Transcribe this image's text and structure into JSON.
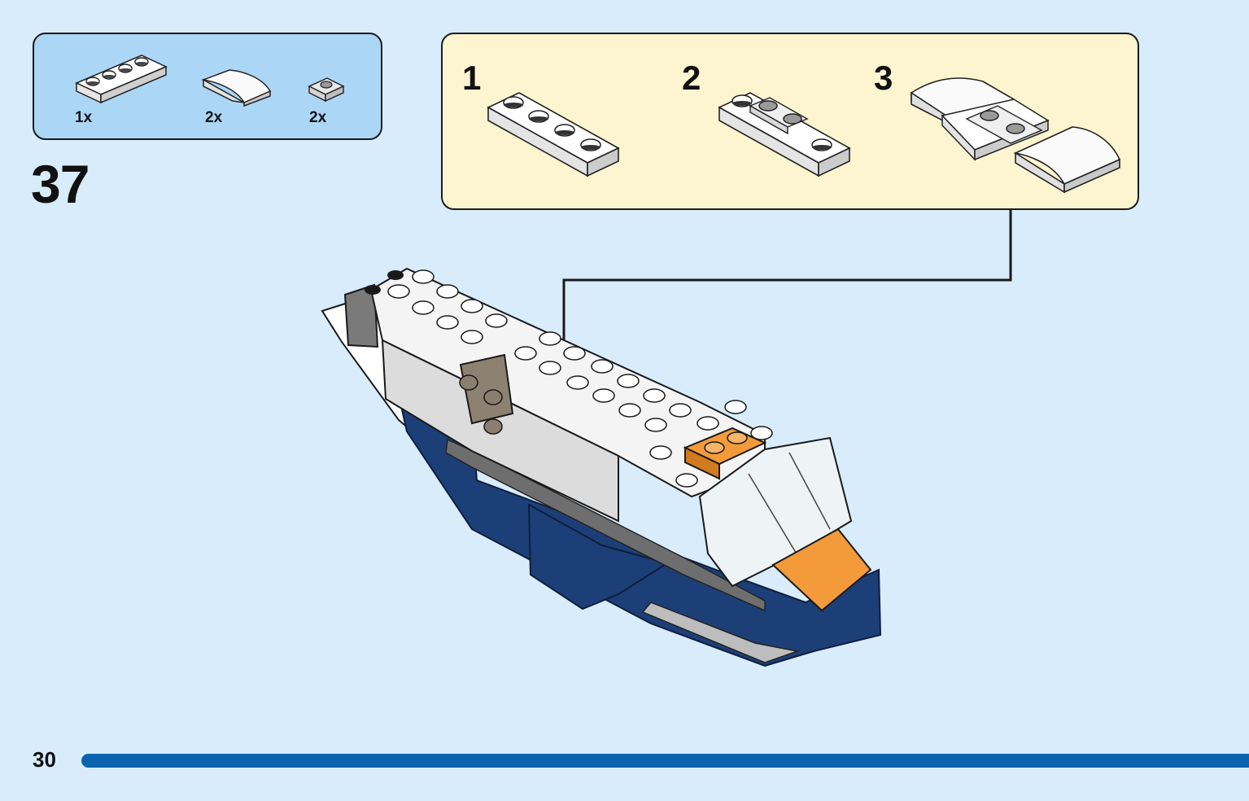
{
  "page_number": "30",
  "step_number": "37",
  "parts_callout": {
    "parts": [
      {
        "icon": "white-plate-1x4-icon",
        "quantity": "1x"
      },
      {
        "icon": "white-curved-slope-icon",
        "quantity": "2x"
      },
      {
        "icon": "light-gray-plate-1x1-icon",
        "quantity": "2x"
      }
    ]
  },
  "substep_callout": {
    "substeps": [
      {
        "number": "1",
        "icon": "substep-1-plate-assembly-icon"
      },
      {
        "number": "2",
        "icon": "substep-2-plate-assembly-icon"
      },
      {
        "number": "3",
        "icon": "substep-3-slope-assembly-icon"
      }
    ]
  },
  "main_model": {
    "icon": "jet-plane-model-icon"
  },
  "colors": {
    "background": "#d8ecfb",
    "parts_callout": "#acd6f6",
    "substep_callout": "#fdf5cf",
    "progress_bar": "#0b63b0",
    "model_blue": "#1d3f78",
    "model_orange": "#f39b3a"
  }
}
